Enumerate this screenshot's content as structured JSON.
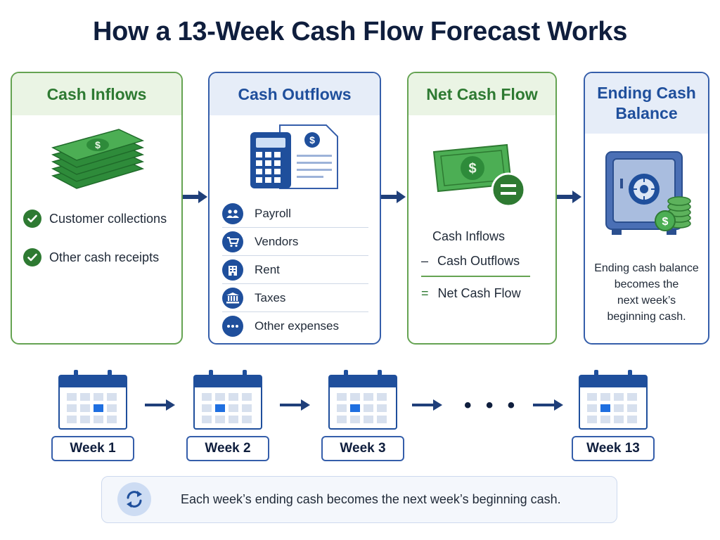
{
  "title": "How a 13-Week Cash Flow Forecast Works",
  "colors": {
    "green": "#2e7a32",
    "navy": "#1f4f9c",
    "dark": "#0f1e3d"
  },
  "cards": {
    "inflows": {
      "title": "Cash Inflows",
      "icon": "money-stack-icon",
      "items": [
        "Customer collections",
        "Other cash receipts"
      ]
    },
    "outflows": {
      "title": "Cash Outflows",
      "icon": "calculator-invoice-icon",
      "items": [
        {
          "label": "Payroll",
          "icon": "people-icon"
        },
        {
          "label": "Vendors",
          "icon": "cart-icon"
        },
        {
          "label": "Rent",
          "icon": "building-icon"
        },
        {
          "label": "Taxes",
          "icon": "bank-icon"
        },
        {
          "label": "Other expenses",
          "icon": "ellipsis-icon"
        }
      ]
    },
    "net": {
      "title": "Net Cash Flow",
      "icon": "bill-equals-icon",
      "line1": "Cash Inflows",
      "line2_op": "–",
      "line2": "Cash Outflows",
      "line3_op": "=",
      "line3": "Net Cash Flow"
    },
    "ending": {
      "title_line1": "Ending Cash",
      "title_line2": "Balance",
      "icon": "safe-coins-icon",
      "note_lines": [
        "Ending cash balance",
        "becomes the",
        "next week’s",
        "beginning cash."
      ]
    }
  },
  "weeks": [
    "Week 1",
    "Week 2",
    "Week 3",
    "Week 13"
  ],
  "ellipsis": "• • •",
  "footer": {
    "icon": "refresh-cycle-icon",
    "text": "Each week’s ending cash becomes the next week’s beginning cash."
  }
}
